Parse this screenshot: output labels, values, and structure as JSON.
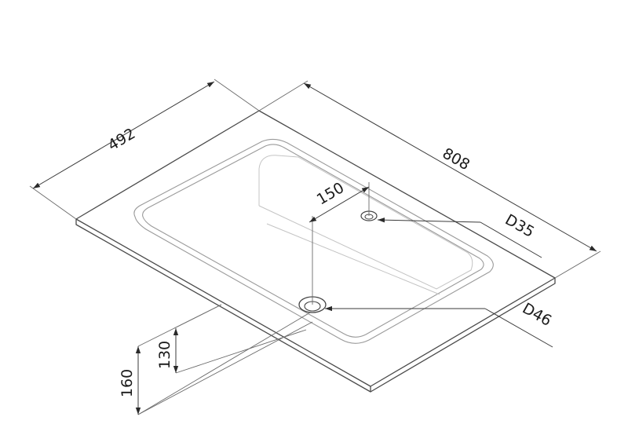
{
  "drawing": {
    "subject": "washbasin-top",
    "dimensions": {
      "width": "492",
      "length": "808",
      "tap_hole_offset": "150",
      "tap_hole_diameter": "D35",
      "drain_diameter": "D46",
      "height_total": "160",
      "height_bowl": "130"
    },
    "colors": {
      "outline": "#4a4a4a",
      "dimension": "#3a3a3a",
      "text": "#1a1a1a"
    }
  }
}
